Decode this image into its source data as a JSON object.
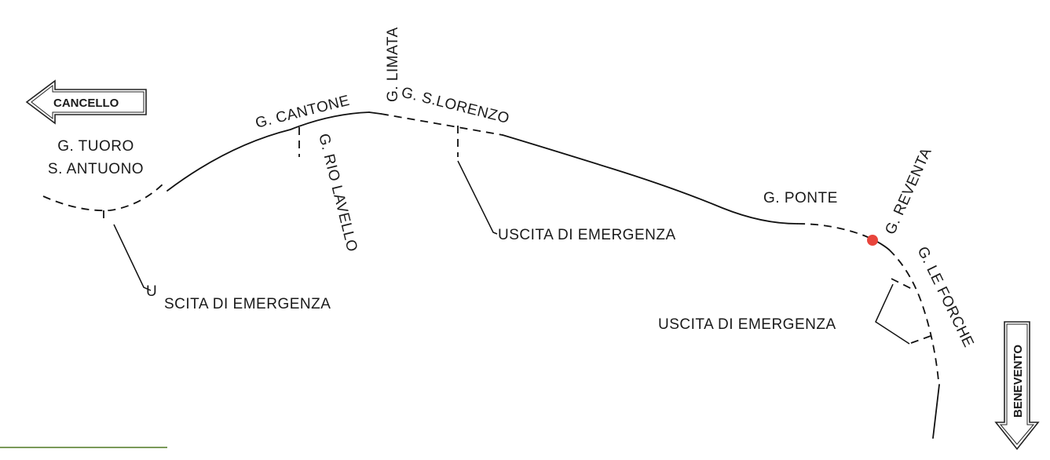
{
  "labels": {
    "cancello": "CANCELLO",
    "benevento": "BENEVENTO",
    "tuoro_line1": "G. TUORO",
    "tuoro_line2": "S. ANTUONO",
    "cantone": "G. CANTONE",
    "limata": "G. LIMATA",
    "slorenzo": "G. S.LORENZO",
    "rio_lavello": "G. RIO LAVELLO",
    "ponte": "G. PONTE",
    "reventa": "G. REVENTA",
    "le_forche": "G. LE FORCHE",
    "exit_left_u": "U",
    "exit_left_rest": "SCITA DI EMERGENZA",
    "exit_mid": "USCITA DI EMERGENZA",
    "exit_right": "USCITA DI EMERGENZA"
  },
  "colors": {
    "line": "#111111",
    "marker": "#e8453c"
  }
}
